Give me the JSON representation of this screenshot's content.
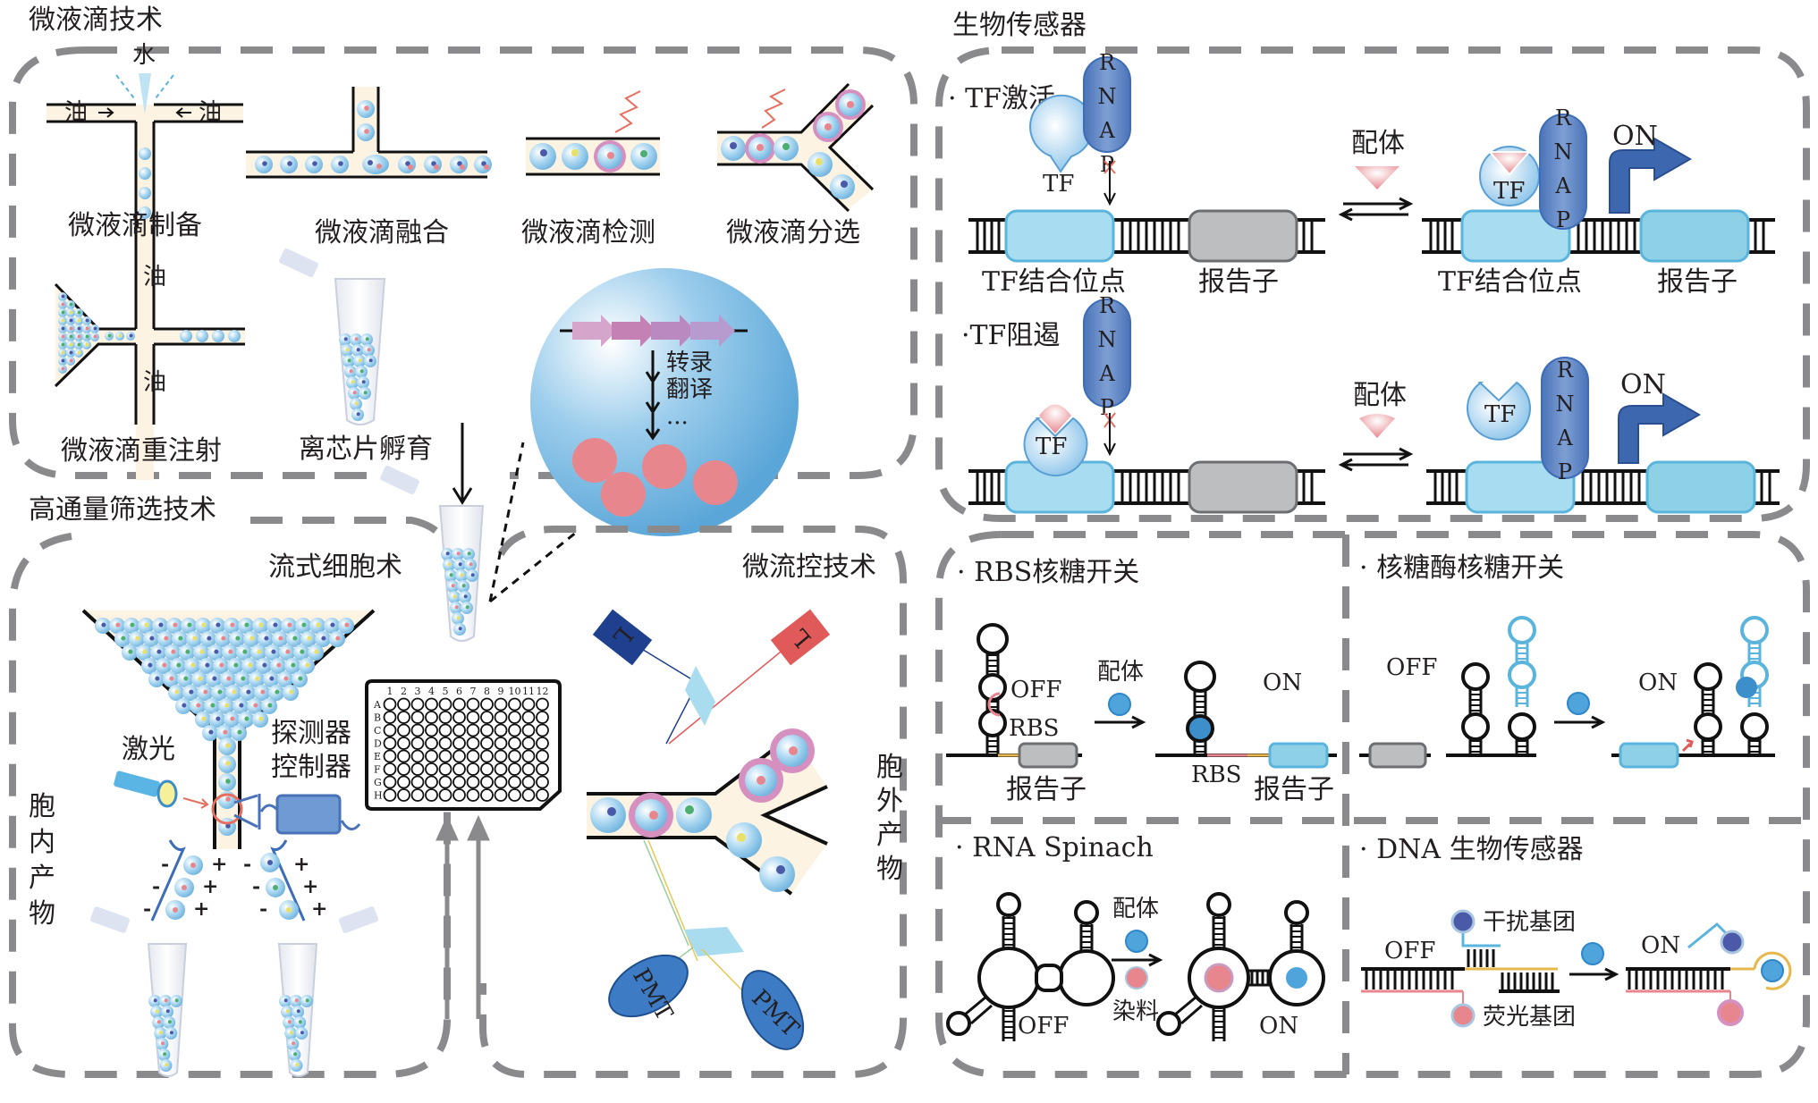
{
  "sections": {
    "microdroplet": {
      "title": "微液滴技术",
      "water": "水",
      "oil": "油",
      "steps": [
        "微液滴制备",
        "微液滴融合",
        "微液滴检测",
        "微液滴分选",
        "微液滴重注射",
        "离芯片孵育"
      ],
      "bubble": {
        "transcription": "转录",
        "translation": "翻译",
        "more": "..."
      }
    },
    "hts": {
      "title": "高通量筛选技术",
      "flow": {
        "title": "流式细胞术",
        "laser": "激光",
        "detector": "探测器",
        "controller": "控制器",
        "intracellular": [
          "胞",
          "内",
          "产",
          "物"
        ],
        "charge_minus": "-",
        "charge_plus": "+"
      },
      "plate": {
        "columns": [
          "1",
          "2",
          "3",
          "4",
          "5",
          "6",
          "7",
          "8",
          "9",
          "10",
          "11",
          "12"
        ],
        "rows": [
          "A",
          "B",
          "C",
          "D",
          "E",
          "F",
          "G",
          "H"
        ]
      },
      "microfluidic": {
        "title": "微流控技术",
        "laser_label": "L",
        "pmt_label": "PMT",
        "extracellular": [
          "胞",
          "外",
          "产",
          "物"
        ]
      }
    },
    "biosensor": {
      "title": "生物传感器",
      "tf_activation": {
        "label": "· TF激活",
        "tf": "TF",
        "rnap": [
          "R",
          "N",
          "A",
          "P"
        ],
        "site": "TF结合位点",
        "reporter": "报告子",
        "ligand": "配体",
        "on": "ON"
      },
      "tf_repression": {
        "label": "·TF阻遏",
        "tf": "TF",
        "rnap": [
          "R",
          "N",
          "A",
          "P"
        ],
        "ligand": "配体",
        "on": "ON"
      },
      "rbs_riboswitch": {
        "label": "· RBS核糖开关",
        "off": "OFF",
        "on": "ON",
        "rbs": "RBS",
        "ligand": "配体",
        "reporter": "报告子"
      },
      "ribozyme_riboswitch": {
        "label": "· 核糖酶核糖开关",
        "off": "OFF",
        "on": "ON"
      },
      "rna_spinach": {
        "label": "· RNA Spinach",
        "ligand": "配体",
        "dye": "染料",
        "off": "OFF",
        "on": "ON"
      },
      "dna_biosensor": {
        "label": "· DNA 生物传感器",
        "off": "OFF",
        "on": "ON",
        "quencher": "干扰基团",
        "fluorophore": "荧光基团"
      }
    }
  },
  "colors": {
    "dash_border": "#8a8a8c",
    "channel_fill": "#fdf3e2",
    "droplet_blue": "#7fc0e6",
    "bubble_blue": "#7ab8e0",
    "product_pink": "#e8868e",
    "tf_blue": "#9fcfee",
    "rnap_blue": "#5b84c4",
    "site_blue": "#a8dcf0",
    "reporter_gray": "#bcbec0",
    "on_arrow": "#3d68b0",
    "laser_dark_blue": "#1f3f8f",
    "laser_red": "#e05a5a"
  }
}
